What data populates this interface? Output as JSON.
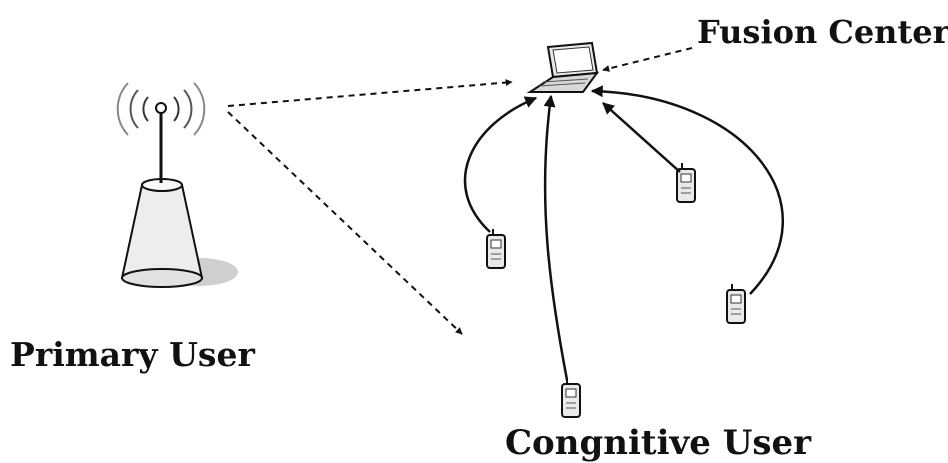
{
  "labels": {
    "fusion_center": "Fusion Center",
    "primary_user": "Primary User",
    "cognitive_user": "Congnitive User"
  },
  "colors": {
    "line": "#111111",
    "background": "#ffffff",
    "device_fill": "#e9e9e9",
    "tower_fill": "#ededed",
    "shadow": "#cfcfcf"
  },
  "icons": {
    "primary_user": "radio-tower-icon",
    "fusion_center": "laptop-icon",
    "cognitive_user": "mobile-phone-icon"
  }
}
